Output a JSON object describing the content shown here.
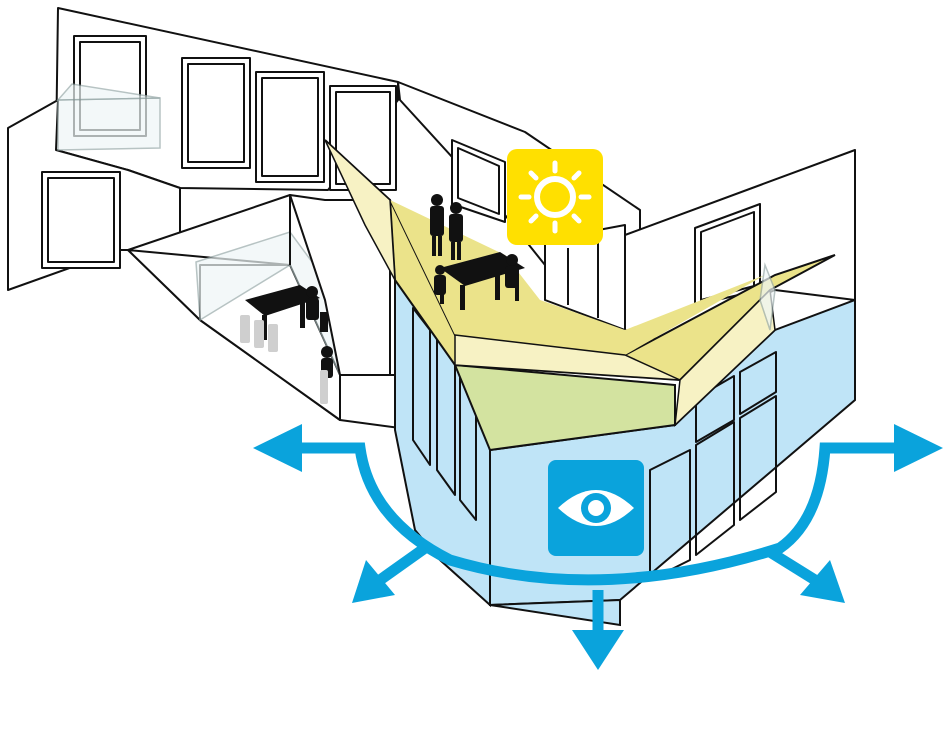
{
  "diagram": {
    "sun_icon": "sun-icon",
    "eye_icon": "eye-icon",
    "colors": {
      "sun_badge": "#ffe000",
      "sun_rays": "#ffffff",
      "eye_badge": "#0aa3dc",
      "arrows": "#0aa3dc",
      "glass_facade": "#bfe4f7",
      "upper_floor_zone": "#ebe38a",
      "upper_floor_light": "#f7f2c4",
      "lower_floor_zone": "#d3e3a0",
      "outline": "#111111"
    },
    "view_directions": [
      "west",
      "south-west",
      "south",
      "south-east",
      "east"
    ]
  }
}
